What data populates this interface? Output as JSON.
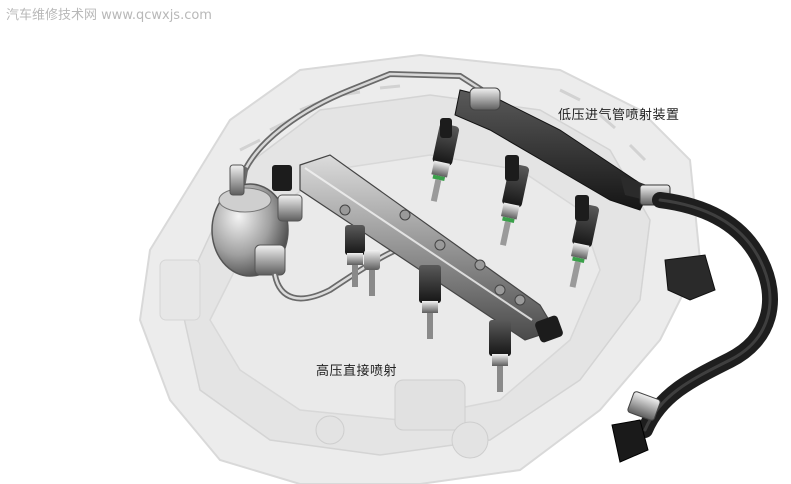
{
  "watermark": "汽车维修技术网 www.qcwxjs.com",
  "labels": {
    "low_pressure": "低压进气管喷射装置",
    "high_pressure": "高压直接喷射"
  },
  "colors": {
    "engine_block": "#e6e6e6",
    "engine_edge": "#cfcfcf",
    "metal_dark": "#2a2a2a",
    "metal_mid": "#8a8a8a",
    "metal_light": "#d4d4d4",
    "hose": "#1e1e1e",
    "injector_green": "#3aa04a",
    "text": "#222222",
    "watermark": "#b8b8b8"
  },
  "icons": [
    "fuel-pump-icon",
    "injector-icon",
    "fuel-rail-icon",
    "hose-icon"
  ]
}
